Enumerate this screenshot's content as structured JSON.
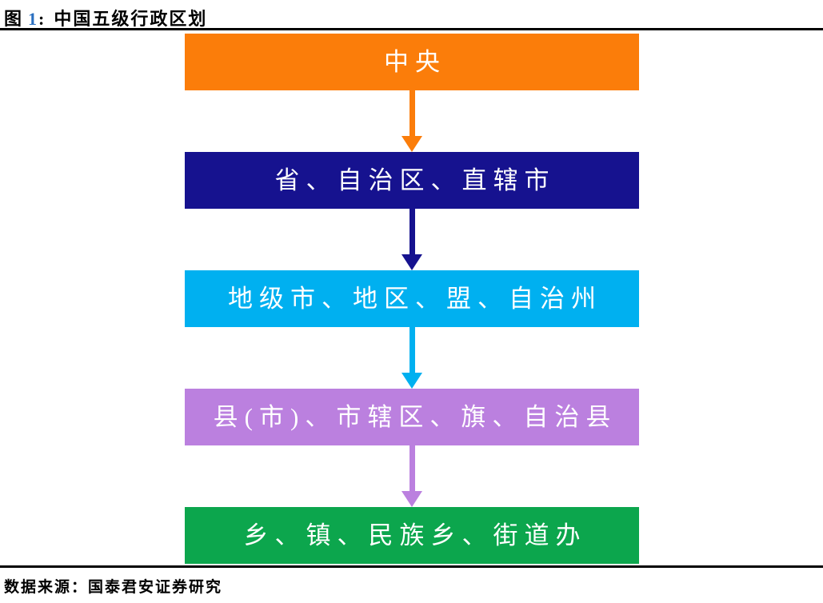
{
  "figure": {
    "label": "图",
    "number": "1",
    "colon": ":",
    "title": "中国五级行政区划",
    "number_color": "#2A6FC0",
    "source": "数据来源：国泰君安证券研究"
  },
  "styles": {
    "box_text_color": "#FFFFFF",
    "rule_color": "#000000"
  },
  "levels": [
    {
      "label": "中央",
      "color": "#FB7D0A"
    },
    {
      "label": "省、自治区、直辖市",
      "color": "#16128F"
    },
    {
      "label": "地级市、地区、盟、自治州",
      "color": "#00B0F0"
    },
    {
      "label": "县(市)、市辖区、旗、自治县",
      "color": "#BB80DF"
    },
    {
      "label": "乡、镇、民族乡、街道办",
      "color": "#0CA64D"
    }
  ]
}
